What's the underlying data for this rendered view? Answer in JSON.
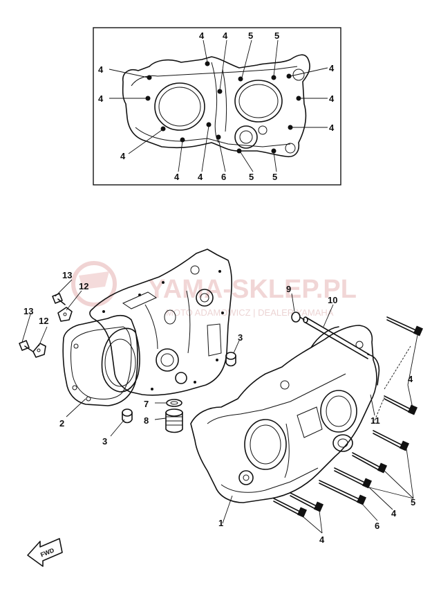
{
  "watermark": {
    "brand": "YAMA-SKLEP.PL",
    "subline": "MOTO ADAMOWICZ | DEALER YAMAHA"
  },
  "inset_callouts": [
    "4",
    "4",
    "5",
    "5",
    "4",
    "4",
    "4",
    "4",
    "4",
    "4",
    "4",
    "6",
    "5",
    "5",
    "4"
  ],
  "main_callouts": {
    "c13a": "13",
    "c12a": "12",
    "c13b": "13",
    "c12b": "12",
    "c2": "2",
    "c3a": "3",
    "c3b": "3",
    "c7": "7",
    "c8": "8",
    "c9": "9",
    "c10": "10",
    "c11": "11",
    "c4a": "4",
    "c4b": "4",
    "c4c": "4",
    "c5": "5",
    "c6": "6",
    "c1": "1"
  },
  "fwd_label": "FWD"
}
